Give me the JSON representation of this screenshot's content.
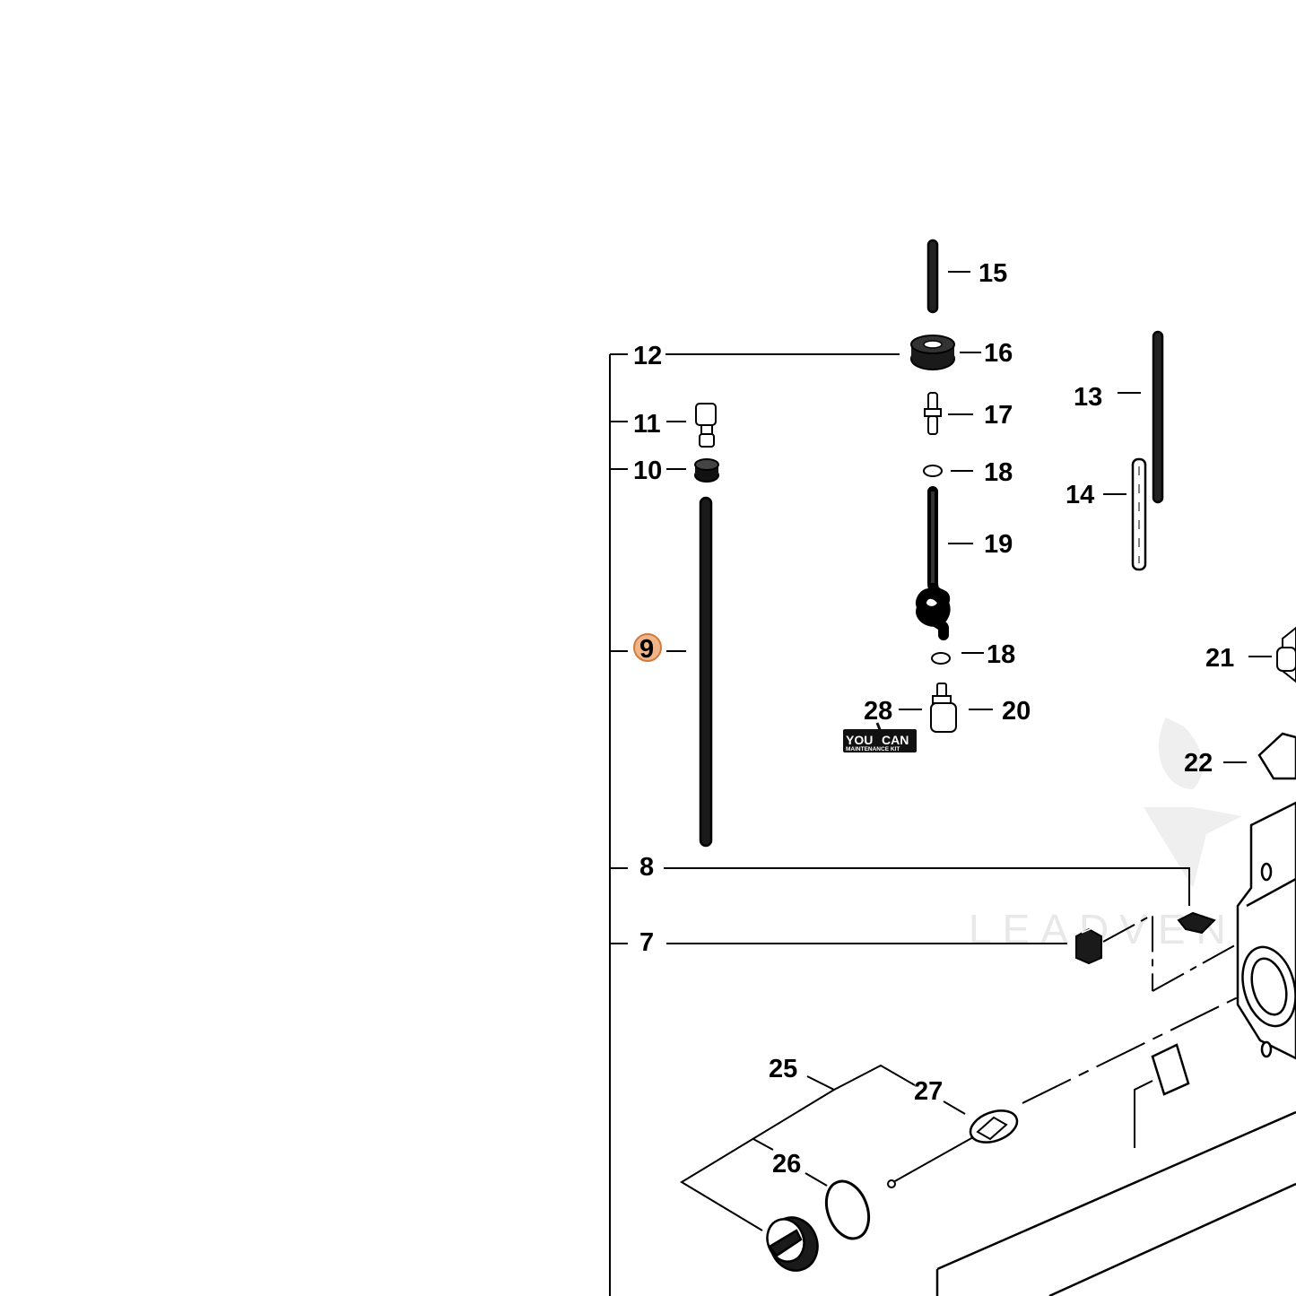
{
  "diagram": {
    "highlight_color": "#f0b48a",
    "highlight_stroke": "#d07b3a",
    "callouts": {
      "c7": "7",
      "c8": "8",
      "c9": "9",
      "c10": "10",
      "c11": "11",
      "c12": "12",
      "c13": "13",
      "c14": "14",
      "c15": "15",
      "c16": "16",
      "c17": "17",
      "c18a": "18",
      "c18b": "18",
      "c19": "19",
      "c20": "20",
      "c21": "21",
      "c22": "22",
      "c25": "25",
      "c26": "26",
      "c27": "27",
      "c28": "28"
    },
    "kit_badge": {
      "line1_left": "YOU",
      "line1_right": "CAN",
      "line2": "MAINTENANCE KIT"
    },
    "watermark": "LEADVENT"
  }
}
